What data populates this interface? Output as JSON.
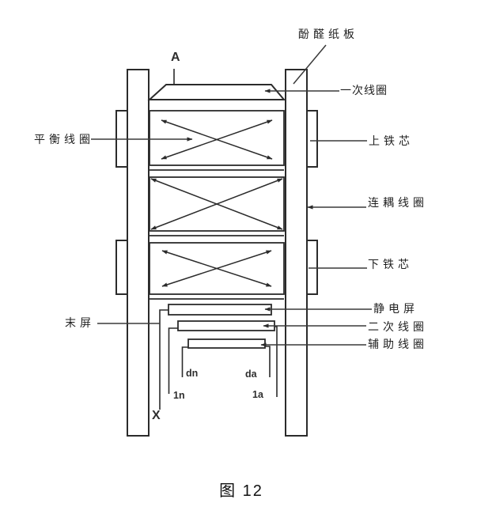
{
  "figure_caption": "图 12",
  "labels": {
    "phenolic_board": "酚醛纸板",
    "primary_coil": "一次线圈",
    "balance_coil": "平衡线圈",
    "upper_iron_core": "上铁芯",
    "coupling_coil": "连耦线圈",
    "lower_iron_core": "下铁芯",
    "electrostatic_shield": "静电屏",
    "end_shield": "末屏",
    "secondary_coil": "二次线圈",
    "auxiliary_coil": "辅助线圈"
  },
  "terminals": {
    "a": "A",
    "x": "X",
    "dn": "dn",
    "da": "da",
    "n1": "1n",
    "a1": "1a"
  },
  "colors": {
    "line": "#2b2b2b",
    "text": "#1f1f1f",
    "background": "#ffffff"
  }
}
